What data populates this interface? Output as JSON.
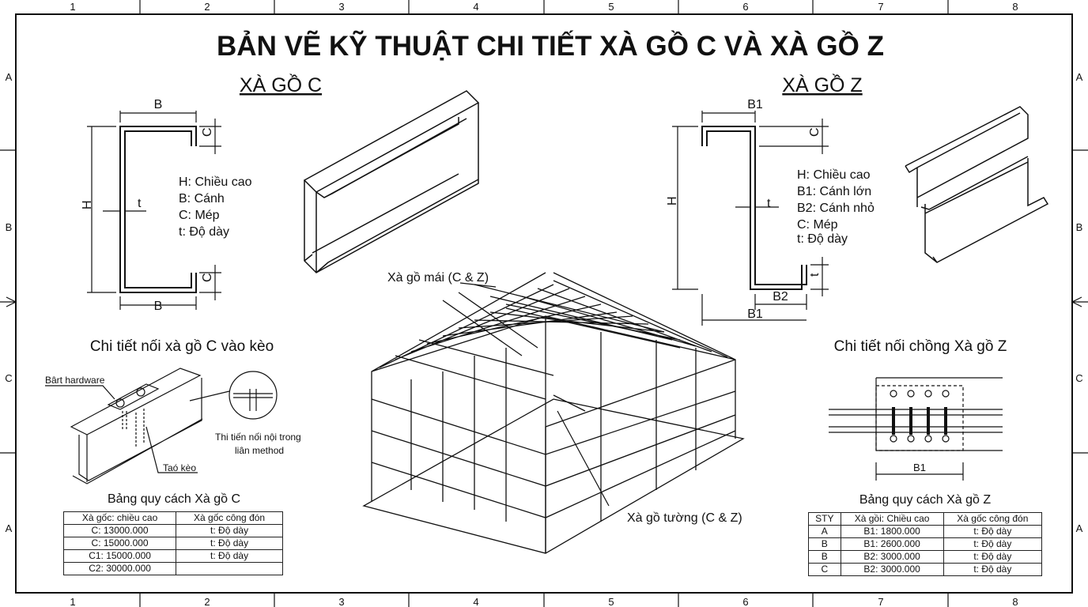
{
  "title": "BẢN VẼ KỸ THUẬT CHI TIẾT XÀ GỒ C VÀ XÀ GỒ Z",
  "grid": {
    "columns": [
      "1",
      "2",
      "3",
      "4",
      "5",
      "6",
      "7",
      "8"
    ],
    "rows": [
      "A",
      "B",
      "C",
      "A"
    ]
  },
  "c_section": {
    "heading": "XÀ GỒ C",
    "dim_b_top": "B",
    "dim_b_bottom": "B",
    "dim_h": "H",
    "dim_c_top": "C",
    "dim_c_bottom": "C",
    "dim_t": "t",
    "legend": [
      "H: Chiều cao",
      "B: Cánh",
      "C: Mép",
      "t: Độ dày"
    ]
  },
  "z_section": {
    "heading": "XÀ GỒ Z",
    "dim_b1_top": "B1",
    "dim_b1_bottom": "B1",
    "dim_b2": "B2",
    "dim_h": "H",
    "dim_c": "C",
    "dim_t": "t",
    "dim_t2": "t",
    "legend": [
      "H: Chiều cao",
      "B1: Cánh lớn",
      "B2: Cánh nhỏ",
      "C: Mép",
      "t: Độ dày"
    ]
  },
  "building": {
    "roof_label": "Xà gồ mái (C & Z)",
    "wall_label": "Xà gồ tường (C & Z)"
  },
  "c_connection": {
    "heading": "Chi tiết nối xà gồ C vào kèo",
    "bolt_label": "Bârt hardware",
    "rafter_label": "Taó kèo",
    "detail_label_1": "Thi tiến nối nội trong",
    "detail_label_2": "liân method"
  },
  "z_connection": {
    "heading": "Chi tiết nối chồng Xà gồ Z",
    "dim_b1": "B1"
  },
  "c_table": {
    "title": "Bảng quy cách Xà gồ C",
    "headers": [
      "Xà gốc: chiều cao",
      "Xà gốc công đón"
    ],
    "rows": [
      [
        "C: 13000.000",
        "t: Độ dày"
      ],
      [
        "C: 15000.000",
        "t: Độ dày"
      ],
      [
        "C1: 15000.000",
        "t: Độ dày"
      ],
      [
        "C2: 30000.000",
        ""
      ]
    ]
  },
  "z_table": {
    "title": "Bảng quy cách Xà gồ Z",
    "headers": [
      "STY",
      "Xà gồi: Chiều cao",
      "Xà gốc công đón"
    ],
    "rows": [
      [
        "A",
        "B1: 1800.000",
        "t: Độ dày"
      ],
      [
        "B",
        "B1: 2600.000",
        "t: Độ dày"
      ],
      [
        "B",
        "B2: 3000.000",
        "t: Độ dày"
      ],
      [
        "C",
        "B2: 3000.000",
        "t: Độ dày"
      ]
    ]
  }
}
